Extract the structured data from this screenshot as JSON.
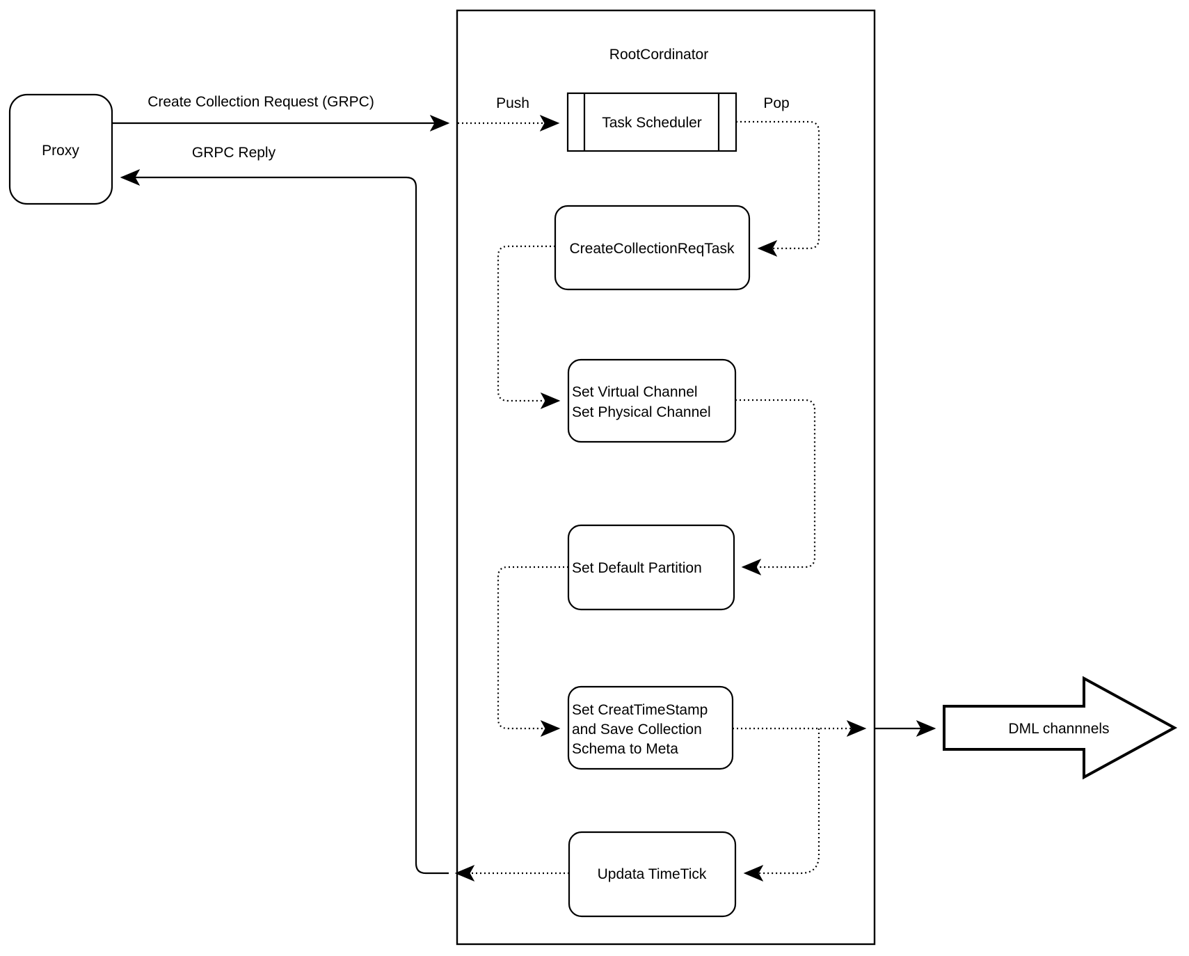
{
  "colors": {
    "stroke": "#000000",
    "node_fill": "#ffffff",
    "background": "#ffffff"
  },
  "proxy": {
    "label": "Proxy"
  },
  "root_coordinator": {
    "title": "RootCordinator"
  },
  "nodes": {
    "task_scheduler": {
      "label": "Task Scheduler"
    },
    "create_collection_req_task": {
      "label": "CreateCollectionReqTask"
    },
    "set_channels": {
      "line1": "Set Virtual Channel",
      "line2": "Set Physical Channel"
    },
    "set_default_partition": {
      "label": "Set Default Partition"
    },
    "set_creat_timestamp": {
      "line1": "Set CreatTimeStamp",
      "line2": "and Save Collection",
      "line3": "Schema to Meta"
    },
    "updata_timetick": {
      "label": "Updata TimeTick"
    }
  },
  "edges": {
    "create_collection_request": {
      "label": "Create Collection Request (GRPC)"
    },
    "grpc_reply": {
      "label": "GRPC Reply"
    },
    "push": {
      "label": "Push"
    },
    "pop": {
      "label": "Pop"
    }
  },
  "dml_channels": {
    "label": "DML channnels"
  }
}
